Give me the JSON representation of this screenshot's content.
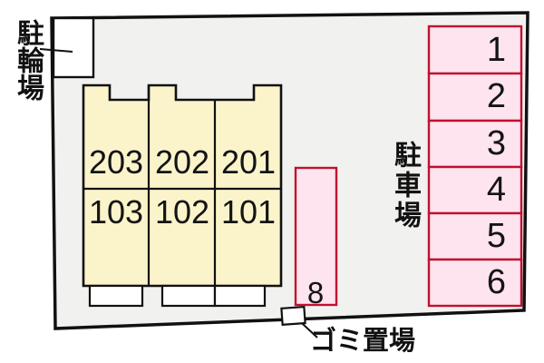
{
  "diagram": {
    "type": "site-plan",
    "labels": {
      "bicycle_parking": "駐輪場",
      "car_parking": "駐車場",
      "garbage_area": "ゴミ置場"
    },
    "building": {
      "units": [
        "203",
        "202",
        "201",
        "103",
        "102",
        "101"
      ]
    },
    "parking": {
      "spaces": [
        "1",
        "2",
        "3",
        "4",
        "5",
        "6"
      ],
      "extra_space": "8"
    },
    "colors": {
      "site_fill": "#F1F1EF",
      "building_fill": "#FBF4CB",
      "parking_fill": "#FDE4EE",
      "parking_border": "#C01030",
      "outline": "#111111",
      "structure_fill": "#FFFFFF"
    }
  }
}
